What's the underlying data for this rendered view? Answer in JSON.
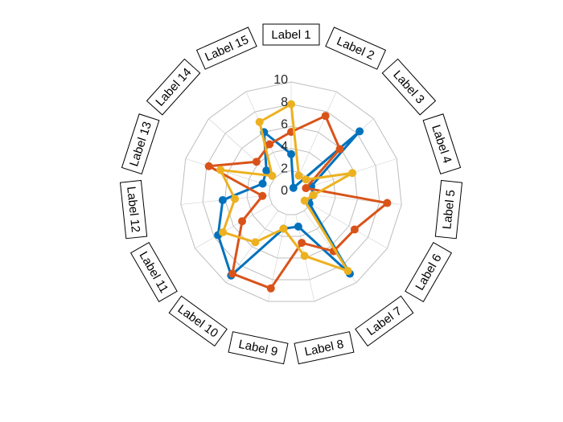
{
  "chart_data": {
    "type": "radar",
    "categories": [
      "Label 1",
      "Label 2",
      "Label 3",
      "Label 4",
      "Label 5",
      "Label 6",
      "Label 7",
      "Label 8",
      "Label 9",
      "Label 10",
      "Label 11",
      "Label 12",
      "Label 13",
      "Label 14",
      "Label 15"
    ],
    "r_ticks": [
      "0",
      "2",
      "4",
      "6",
      "8",
      "10"
    ],
    "rlim": [
      0,
      10
    ],
    "legend": false,
    "series": [
      {
        "color": "#0072BD",
        "values": [
          3.5,
          0.5,
          8.3,
          1.9,
          2.0,
          1.9,
          9.0,
          3.1,
          3.3,
          9.2,
          7.6,
          6.2,
          2.7,
          3.0,
          6.0
        ]
      },
      {
        "color": "#D95319",
        "values": [
          5.5,
          7.6,
          5.9,
          1.4,
          8.7,
          6.6,
          6.5,
          4.6,
          8.8,
          9.0,
          5.1,
          2.6,
          7.8,
          4.2,
          4.8
        ]
      },
      {
        "color": "#EDB120",
        "values": [
          8.0,
          1.7,
          1.8,
          5.8,
          2.0,
          1.4,
          8.7,
          5.8,
          3.3,
          5.5,
          7.1,
          5.1,
          6.7,
          2.3,
          7.0
        ]
      }
    ]
  }
}
